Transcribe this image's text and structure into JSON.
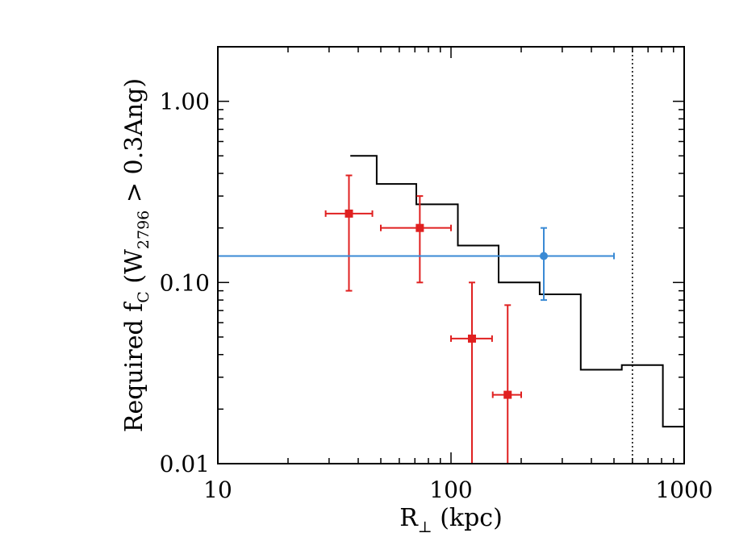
{
  "chart_data": {
    "type": "scatter",
    "xscale": "log",
    "yscale": "log",
    "xlim": [
      10,
      1000
    ],
    "ylim": [
      0.01,
      2.0
    ],
    "grid": false,
    "x_ticks": [
      {
        "value": 10,
        "label": "10"
      },
      {
        "value": 100,
        "label": "100"
      },
      {
        "value": 1000,
        "label": "1000"
      }
    ],
    "y_ticks": [
      {
        "value": 0.01,
        "label": "0.01"
      },
      {
        "value": 0.1,
        "label": "0.10"
      },
      {
        "value": 1.0,
        "label": "1.00"
      }
    ],
    "xlabel": {
      "main": "R",
      "sub": "⊥",
      "rest": " (kpc)"
    },
    "ylabel": {
      "main": "Required f",
      "sub1": "C",
      "mid": " (W",
      "sub2": "2796",
      "rest": " > 0.3Ang)"
    },
    "series": [
      {
        "marker": "square",
        "color": "#e02020",
        "points": [
          {
            "x": 36.5,
            "y": 0.24,
            "xlo": 29,
            "xhi": 46,
            "ylo": 0.09,
            "yhi": 0.39
          },
          {
            "x": 73.5,
            "y": 0.2,
            "xlo": 50,
            "xhi": 100,
            "ylo": 0.1,
            "yhi": 0.3
          },
          {
            "x": 123,
            "y": 0.049,
            "xlo": 100,
            "xhi": 150,
            "ylo": 0.01,
            "yhi": 0.1
          },
          {
            "x": 175,
            "y": 0.024,
            "xlo": 151,
            "xhi": 200,
            "ylo": 0.01,
            "yhi": 0.075
          }
        ]
      },
      {
        "marker": "circle",
        "color": "#3a8ad4",
        "points": [
          {
            "x": 250,
            "y": 0.14,
            "xlo": 10,
            "xhi": 500,
            "ylo": 0.08,
            "yhi": 0.2
          }
        ]
      }
    ],
    "step_line": {
      "color": "#000000",
      "steps": [
        {
          "x0": 37,
          "x1": 48,
          "y": 0.5
        },
        {
          "x0": 48,
          "x1": 71,
          "y": 0.35
        },
        {
          "x0": 71,
          "x1": 107,
          "y": 0.27
        },
        {
          "x0": 107,
          "x1": 160,
          "y": 0.16
        },
        {
          "x0": 160,
          "x1": 240,
          "y": 0.1
        },
        {
          "x0": 240,
          "x1": 360,
          "y": 0.086
        },
        {
          "x0": 360,
          "x1": 540,
          "y": 0.033
        },
        {
          "x0": 540,
          "x1": 810,
          "y": 0.035
        },
        {
          "x0": 810,
          "x1": 1000,
          "y": 0.016
        }
      ]
    },
    "vline": {
      "x": 600,
      "style": "dotted",
      "color": "#000000"
    }
  }
}
